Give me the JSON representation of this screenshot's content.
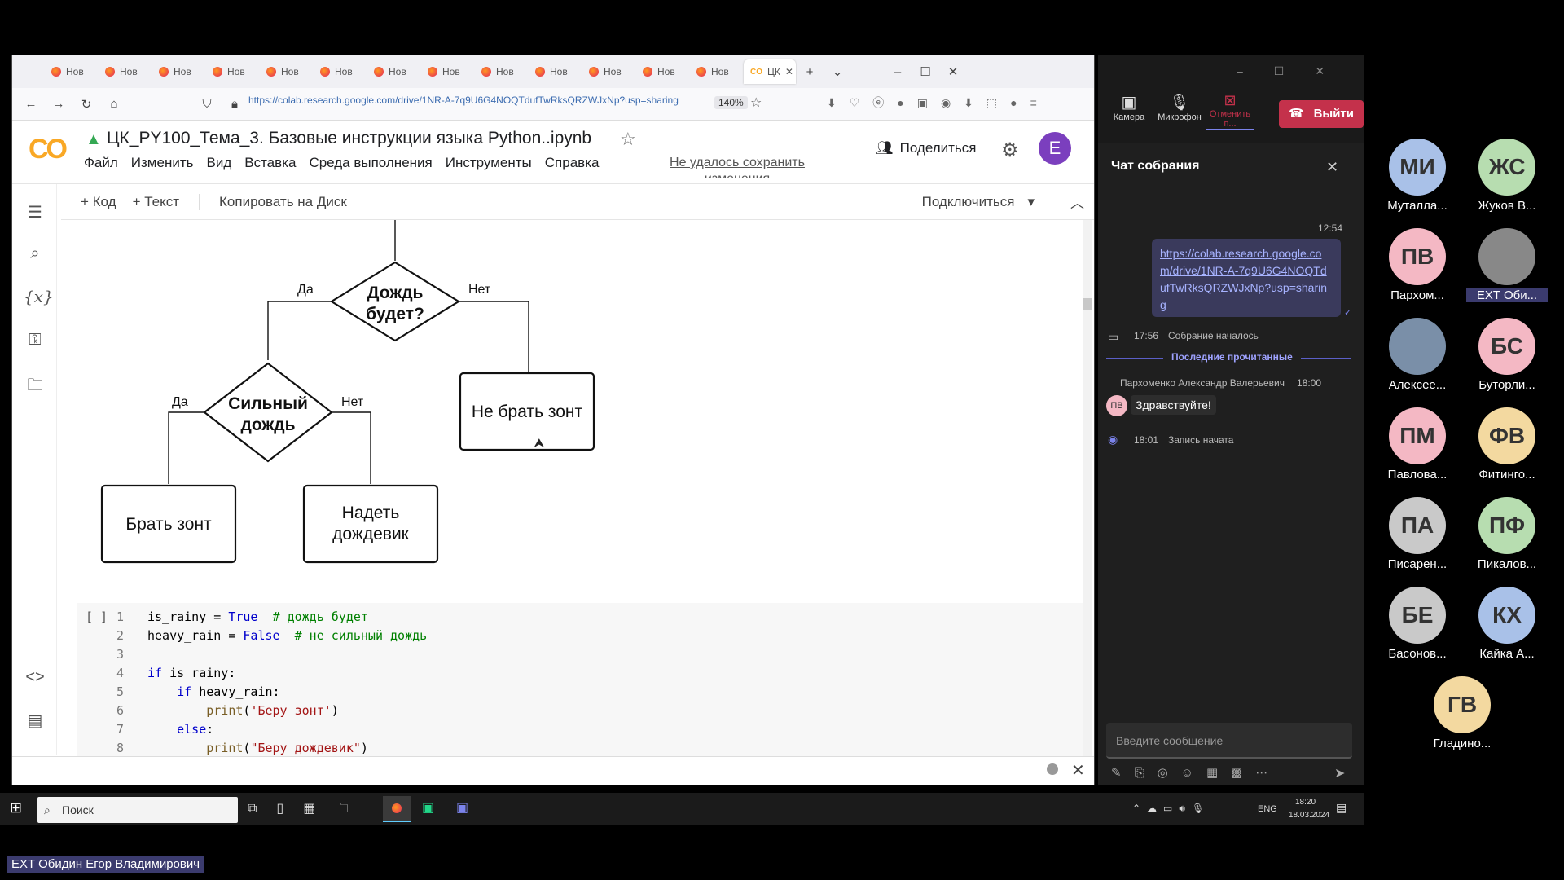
{
  "browser": {
    "tab_label": "Нов",
    "active_tab_label": "ЦК",
    "url": "https://colab.research.google.com/drive/1NR-A-7q9U6G4NOQTdufTwRksQRZWJxNp?usp=sharing",
    "zoom": "140%"
  },
  "colab": {
    "logo": "CO",
    "title": "ЦК_PY100_Тема_3. Базовые инструкции языка Python..ipynb",
    "menu": [
      "Файл",
      "Изменить",
      "Вид",
      "Вставка",
      "Среда выполнения",
      "Инструменты",
      "Справка"
    ],
    "save_warning": "Не удалось сохранить изменения",
    "share_label": "Поделиться",
    "avatar_letter": "E",
    "toolbar": {
      "code": "Код",
      "text": "Текст",
      "copy": "Копировать на Диск",
      "connect": "Подключиться"
    }
  },
  "diagram": {
    "q1": [
      "Дождь",
      "будет?"
    ],
    "q2": [
      "Сильный",
      "дождь"
    ],
    "yes": "Да",
    "no": "Нет",
    "box_no_umbrella": "Не брать зонт",
    "box_umbrella": "Брать зонт",
    "box_raincoat": [
      "Надеть",
      "дождевик"
    ]
  },
  "code": {
    "run_marker": "[ ]",
    "lines": [
      {
        "n": "1",
        "html": "is_rainy = <span class='kw'>True</span>  <span class='cm'># дождь будет</span>"
      },
      {
        "n": "2",
        "html": "heavy_rain = <span class='kw'>False</span>  <span class='cm'># не сильный дождь</span>"
      },
      {
        "n": "3",
        "html": ""
      },
      {
        "n": "4",
        "html": "<span class='kw'>if</span> is_rainy:"
      },
      {
        "n": "5",
        "html": "    <span class='kw'>if</span> heavy_rain:"
      },
      {
        "n": "6",
        "html": "        <span class='fn'>print</span>(<span class='st'>'Беру зонт'</span>)"
      },
      {
        "n": "7",
        "html": "    <span class='kw'>else</span>:"
      },
      {
        "n": "8",
        "html": "        <span class='fn'>print</span>(<span class='st'>\"Беру дождевик\"</span>)"
      }
    ]
  },
  "teams": {
    "controls": {
      "camera": "Камера",
      "mic": "Микрофон",
      "stop": "Отменить п...",
      "leave": "Выйти"
    },
    "chat_title": "Чат собрания",
    "msg_time": "12:54",
    "link": "https://colab.research.google.com/drive/1NR-A-7q9U6G4NOQTdufTwRksQRZWJxNp?usp=sharing",
    "meeting_started_time": "17:56",
    "meeting_started": "Собрание началось",
    "last_read": "Последние прочитанные",
    "sender": "Пархоменко Александр Валерьевич",
    "sender_time": "18:00",
    "sender_initials": "ПВ",
    "greeting": "Здравствуйте!",
    "rec_time": "18:01",
    "rec_started": "Запись начата",
    "input_placeholder": "Введите сообщение"
  },
  "participants": [
    {
      "initials": "МИ",
      "name": "Муталла...",
      "color": "#a9c1e8"
    },
    {
      "initials": "ЖС",
      "name": "Жуков В...",
      "color": "#b7ddb0"
    },
    {
      "initials": "ПВ",
      "name": "Пархом...",
      "color": "#f4b8c4"
    },
    {
      "initials": "",
      "name": "EXT Оби...",
      "color": "#888888"
    },
    {
      "initials": "",
      "name": "Алексее...",
      "color": "#7a8fa8"
    },
    {
      "initials": "БС",
      "name": "Буторли...",
      "color": "#f4b8c4"
    },
    {
      "initials": "ПМ",
      "name": "Павлова...",
      "color": "#f4b8c4"
    },
    {
      "initials": "ФВ",
      "name": "Фитинго...",
      "color": "#f3d9a0"
    },
    {
      "initials": "ПА",
      "name": "Писарен...",
      "color": "#c9c9c9"
    },
    {
      "initials": "ПФ",
      "name": "Пикалов...",
      "color": "#b7ddb0"
    },
    {
      "initials": "БЕ",
      "name": "Басонов...",
      "color": "#c9c9c9"
    },
    {
      "initials": "КХ",
      "name": "Кайка А...",
      "color": "#a9c1e8"
    },
    {
      "initials": "ГВ",
      "name": "Гладино...",
      "color": "#f3d9a0"
    }
  ],
  "taskbar": {
    "search": "Поиск",
    "lang": "ENG",
    "time": "18:20",
    "date": "18.03.2024"
  },
  "bottom_name": "EXT Обидин Егор Владимирович",
  "colors": {
    "leave": "#c4314b",
    "colab_accent": "#f9a825",
    "avatar": "#7b3fbe"
  }
}
